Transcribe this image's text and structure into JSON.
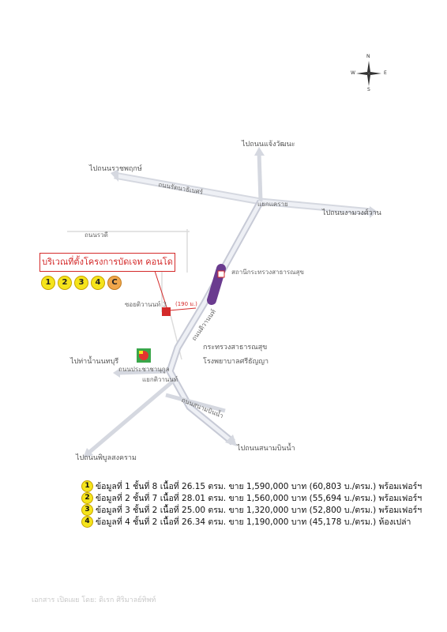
{
  "compass": {
    "n": "N",
    "s": "S",
    "e": "E",
    "w": "W"
  },
  "destinations": {
    "chaeng_watthana": "ไปถนนแจ้งวัฒนะ",
    "ratchaphruek": "ไปถนนราชพฤกษ์",
    "ngam_wong_wan": "ไปถนนงามวงศ์วาน",
    "nonthaburi": "ไปท่าน้ำนนทบุรี",
    "sanambinnam": "ไปถนนสนามบินน้ำ",
    "phibun_songkhram": "ไปถนนพิบูลสงคราม"
  },
  "roads": {
    "rattanathibet": "ถนนรัตนาธิเบศร์",
    "khae_rai_junction": "แยกแคราย",
    "road_a": "ถนนรวดี",
    "soi": "ซอยติวานนท์ 3",
    "tiwanon": "ถนนติวานนท์",
    "prachachuen": "ถนนประชาชานุกูล",
    "khae_kwanon": "แยกติวานนท์",
    "sanambinnam_road": "ถนนสนามบินน้ำ"
  },
  "places": {
    "station": "สถานีกระทรวงสาธารณสุข",
    "ministry": "กระทรวงสาธารณสุข",
    "hospital": "โรงพยาบาลศรีธัญญา",
    "distance": "(190 ม.)"
  },
  "callout": "บริเวณที่ตั้งโครงการบัดเจท คอนโด",
  "markers": [
    "1",
    "2",
    "3",
    "4",
    "C"
  ],
  "listings": [
    {
      "num": "1",
      "text": "ข้อมูลที่ 1 ชั้นที่ 8 เนื้อที่ 26.15 ตรม. ขาย 1,590,000 บาท (60,803 บ./ตรม.) พร้อมเฟอร์ฯ"
    },
    {
      "num": "2",
      "text": "ข้อมูลที่ 2 ชั้นที่ 7 เนื้อที่ 28.01 ตรม. ขาย 1,560,000 บาท (55,694 บ./ตรม.) พร้อมเฟอร์ฯ"
    },
    {
      "num": "3",
      "text": "ข้อมูลที่ 3 ชั้นที่ 2 เนื้อที่ 25.00 ตรม. ขาย 1,320,000 บาท (52,800 บ./ตรม.) พร้อมเฟอร์ฯ"
    },
    {
      "num": "4",
      "text": "ข้อมูลที่ 4 ชั้นที่ 2 เนื้อที่ 26.34 ตรม. ขาย 1,190,000 บาท (45,178 บ./ตรม.) ห้องเปล่า"
    }
  ],
  "footer": "เอกสาร เปิดเผย โดย: ดิเรก ศิริมาลย์ทิพท์",
  "colors": {
    "callout": "#d42a2a",
    "marker": "#f5e41b",
    "marker_c": "#f0a64b",
    "station": "#6a3b8f",
    "project": "#d42a2a"
  }
}
